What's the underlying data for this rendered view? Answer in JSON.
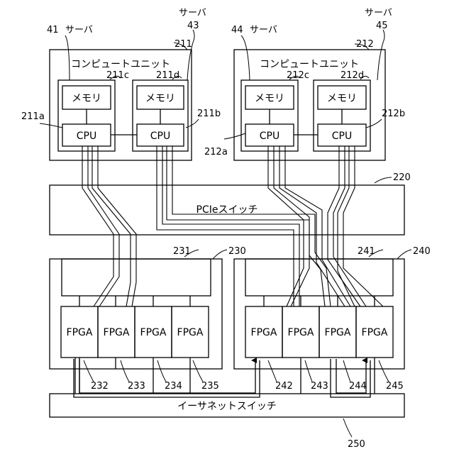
{
  "servers": [
    {
      "num": "41",
      "label": "サーバ"
    },
    {
      "num": "43",
      "label": "サーバ"
    },
    {
      "num": "44",
      "label": "サーバ"
    },
    {
      "num": "45",
      "label": "サーバ"
    }
  ],
  "compute_units": [
    {
      "ref": "211",
      "title": "コンピュートユニット",
      "memory_label": "メモリ",
      "cpu_label": "CPU",
      "memory_refs": [
        "211c",
        "211d"
      ],
      "cpu_refs": [
        "211a",
        "211b"
      ]
    },
    {
      "ref": "212",
      "title": "コンピュートユニット",
      "memory_label": "メモリ",
      "cpu_label": "CPU",
      "memory_refs": [
        "212c",
        "212d"
      ],
      "cpu_refs": [
        "212a",
        "212b"
      ]
    }
  ],
  "pcie_switch": {
    "ref": "220",
    "label": "PCIeスイッチ"
  },
  "fpga_units": [
    {
      "ref": "230",
      "inner_ref": "231",
      "fpga_label": "FPGA",
      "fpga_refs": [
        "232",
        "233",
        "234",
        "235"
      ]
    },
    {
      "ref": "240",
      "inner_ref": "241",
      "fpga_label": "FPGA",
      "fpga_refs": [
        "242",
        "243",
        "244",
        "245"
      ]
    }
  ],
  "ethernet_switch": {
    "ref": "250",
    "label": "イーサネットスイッチ"
  }
}
